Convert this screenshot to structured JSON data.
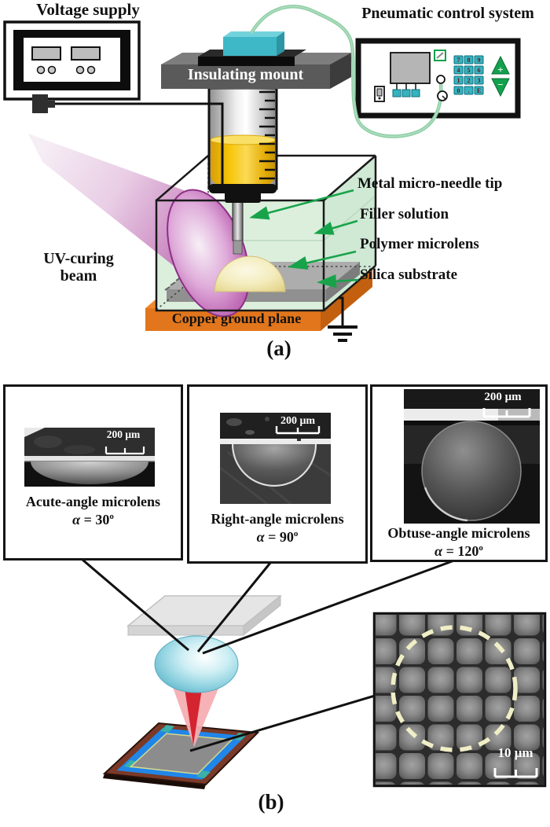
{
  "figure": {
    "caption_a": "(a)",
    "caption_b": "(b)"
  },
  "panel_a": {
    "voltage_supply_title": "Voltage supply",
    "pneumatic_title": "Pneumatic control system",
    "mount_label": "Insulating mount",
    "uv_label_line1": "UV-curing",
    "uv_label_line2": "beam",
    "copper_label": "Copper ground plane",
    "annotations": {
      "needle": "Metal micro-needle tip",
      "filler": "Filler solution",
      "microlens": "Polymer microlens",
      "substrate": "Silica substrate"
    },
    "pneumatic_keypad": [
      "7",
      "8",
      "9",
      "4",
      "5",
      "6",
      "1",
      "2",
      "3",
      "0",
      ".",
      "E"
    ],
    "pneumatic_plus": "+",
    "pneumatic_minus": "−"
  },
  "panel_b": {
    "lenses": [
      {
        "name": "Acute-angle microlens",
        "alpha": "α",
        "eq_value": " = 30",
        "degree": "o",
        "scale_bar": "200 μm"
      },
      {
        "name": "Right-angle microlens",
        "alpha": "α",
        "eq_value": " = 90",
        "degree": "o",
        "scale_bar": "200 μm"
      },
      {
        "name": "Obtuse-angle microlens",
        "alpha": "α",
        "eq_value": " = 120",
        "degree": "o",
        "scale_bar": "200 μm"
      }
    ],
    "array_scale_bar": "10 μm"
  },
  "colors": {
    "copper": "#e2761c",
    "filler_green": "#dcefdd",
    "uv_magenta": "#b855ab",
    "teal": "#3eb7c6",
    "arrow_green": "#18a34b",
    "tube_green": "#8ecfa6",
    "beam_red": "#d42430",
    "lens_blue": "#8fd2e0"
  }
}
